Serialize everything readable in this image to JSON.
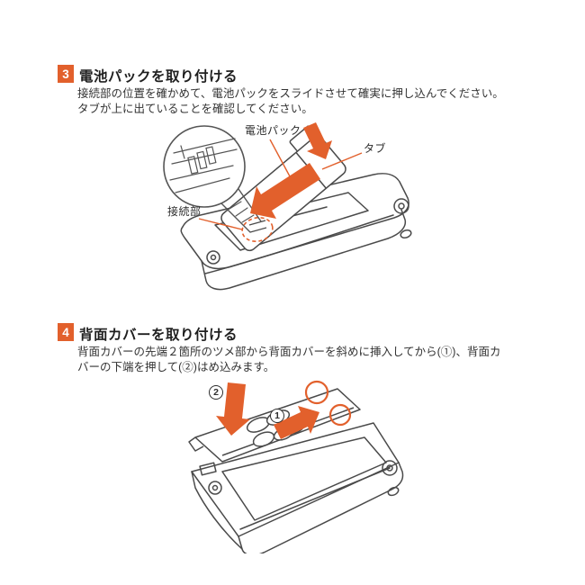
{
  "accent": "#e2602c",
  "steps": [
    {
      "number": "3",
      "title": "電池パックを取り付ける",
      "body_lines": [
        "接続部の位置を確かめて、電池パックをスライドさせて確実に押し込んでください。",
        "タブが上に出ていることを確認してください。"
      ],
      "diagram": {
        "battery_label": "電池パック",
        "tab_label": "タブ",
        "connector_label": "接続部"
      }
    },
    {
      "number": "4",
      "title": "背面カバーを取り付ける",
      "body_lines": [
        "背面カバーの先端２箇所のツメ部から背面カバーを斜めに挿入してから(①)、背面カ",
        "バーの下端を押して(②)はめ込みます。"
      ],
      "diagram": {
        "step1_marker": "1",
        "step2_marker": "2"
      }
    }
  ]
}
